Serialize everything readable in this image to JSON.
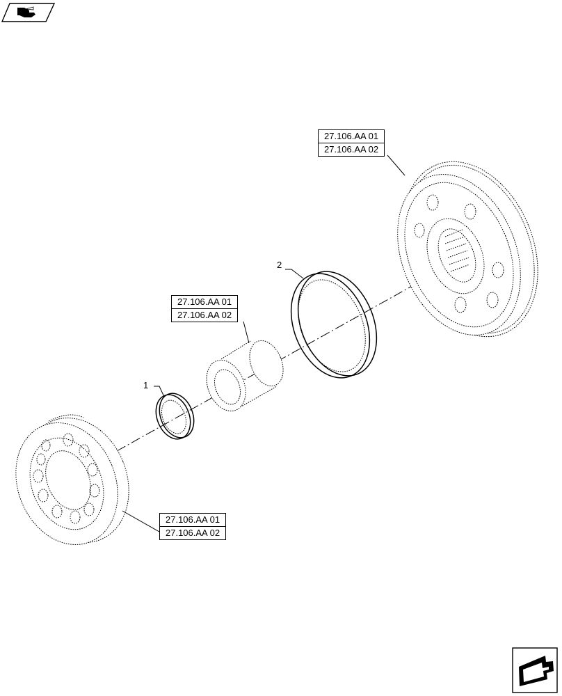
{
  "callouts": [
    {
      "label": "1"
    },
    {
      "label": "2"
    }
  ],
  "references": [
    {
      "lines": [
        "27.106.AA 01",
        "27.106.AA 02"
      ]
    },
    {
      "lines": [
        "27.106.AA 01",
        "27.106.AA 02"
      ]
    },
    {
      "lines": [
        "27.106.AA 01",
        "27.106.AA 02"
      ]
    }
  ],
  "icons": {
    "top_left": "book-hand-icon",
    "bottom_right": "next-arrow-icon"
  },
  "colors": {
    "line": "#000000",
    "background": "#ffffff"
  }
}
